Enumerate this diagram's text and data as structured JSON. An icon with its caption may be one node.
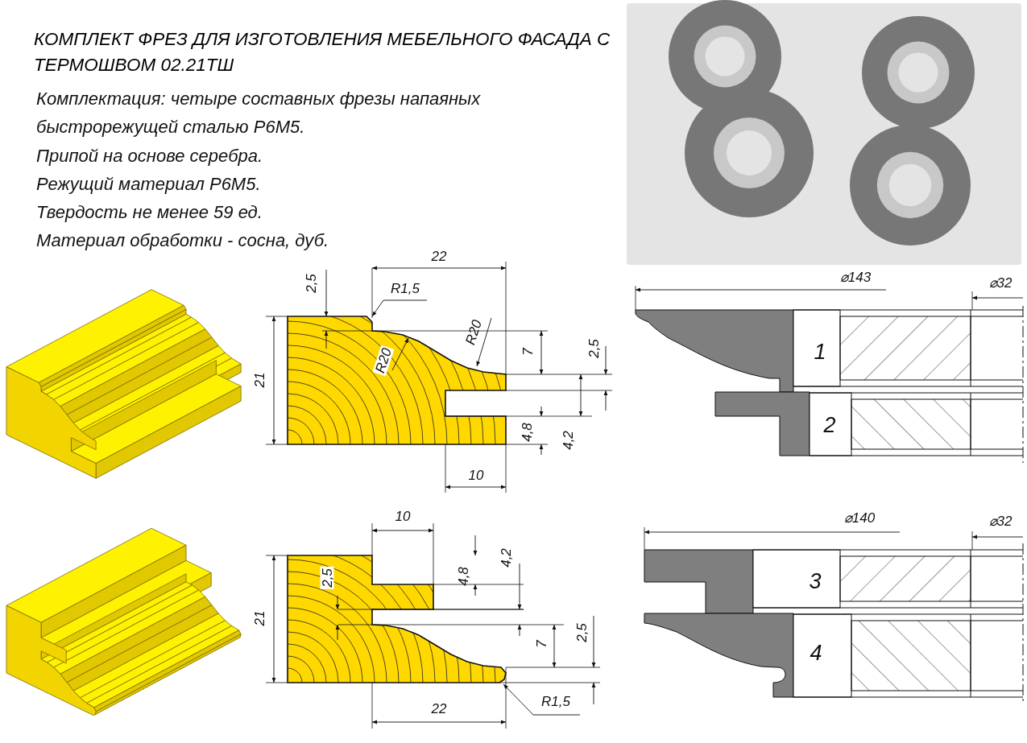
{
  "diagram": {
    "title": "КОМПЛЕКТ ФРЕЗ ДЛЯ ИЗГОТОВЛЕНИЯ МЕБЕЛЬНОГО ФАСАДА С ТЕРМОШВОМ 02.21ТШ",
    "labels": [
      "Комплектация: четыре составных фрезы напаяных быстрорежущей сталью Р6М5.",
      "Припой на основе серебра.",
      "Режущий материал Р6М5.",
      "Твердость не менее 59 ед.",
      "Материал обработки - сосна, дуб.",
      "22",
      "2,5",
      "R1,5",
      "R20",
      "R20",
      "21",
      "7",
      "2,5",
      "4,8",
      "4,2",
      "10",
      "⌀143",
      "⌀32",
      "1",
      "2",
      "10",
      "4,2",
      "4,8",
      "2,5",
      "21",
      "7",
      "2,5",
      "22",
      "R1,5",
      "⌀140",
      "⌀32",
      "3",
      "4"
    ]
  }
}
